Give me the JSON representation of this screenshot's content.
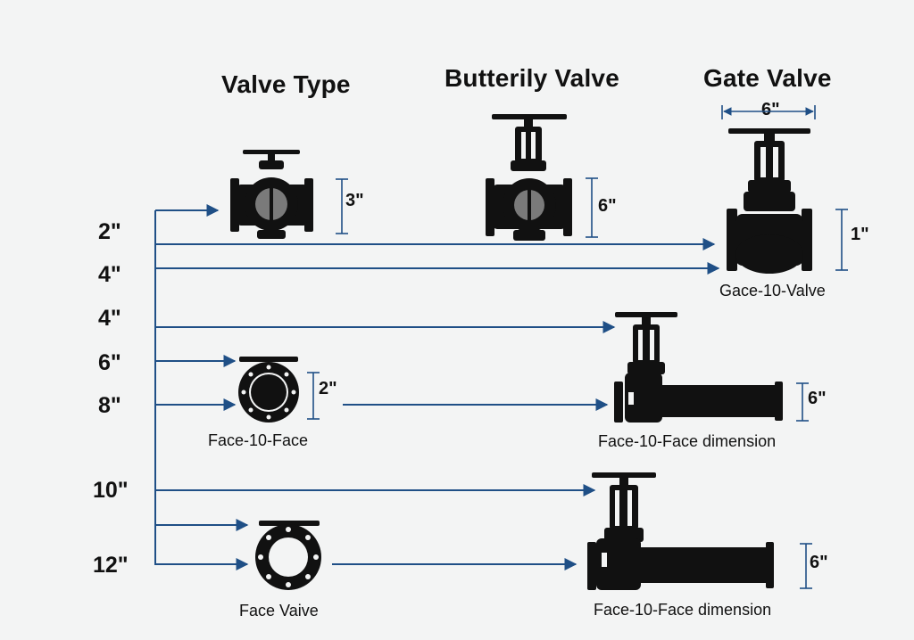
{
  "headers": {
    "valve_type": "Valve Type",
    "butterfly": "Butterily Valve",
    "gate": "Gate Valve"
  },
  "sizes": [
    "2\"",
    "4\"",
    "4\"",
    "6\"",
    "8\"",
    "10\"",
    "12\""
  ],
  "dimensions": {
    "ball_valve": "3\"",
    "butterfly_valve": "6\"",
    "gate_valve_width": "6\"",
    "gate_valve_height": "1\"",
    "wafer_valve": "2\"",
    "gate_pipe_top": "6\"",
    "gate_pipe_bottom": "6\""
  },
  "captions": {
    "gate_valve": "Gace-10-Valve",
    "wafer": "Face-10-Face",
    "pipe_top": "Face-10-Face dimension",
    "flange": "Face Vaive",
    "pipe_bottom": "Face-10-Face dimension"
  },
  "colors": {
    "arrow": "#1f4f86",
    "valve_body": "#111111",
    "background": "#f3f4f4"
  }
}
